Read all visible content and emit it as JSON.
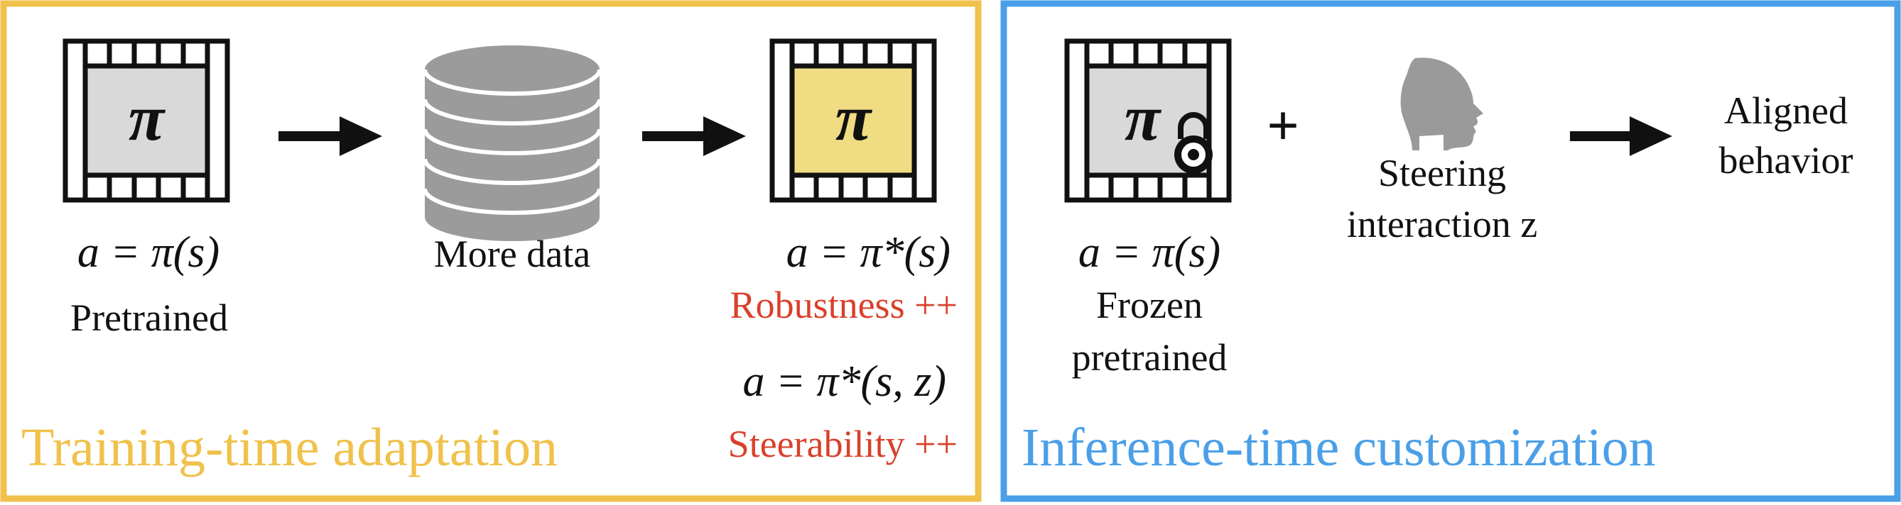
{
  "colors": {
    "left_frame": "#F0C14B",
    "right_frame": "#4A9FE8",
    "chip_gray": "#D9D9D9",
    "chip_yellow": "#F0DC82",
    "accent_red": "#D9402B",
    "database": "#9B9B9B",
    "head": "#9A9A9A"
  },
  "left_panel": {
    "title": "Training-time adaptation",
    "pretrained_policy": {
      "symbol": "π",
      "equation": "a = π(s)",
      "label": "Pretrained"
    },
    "data_store": {
      "icon": "database-icon",
      "label": "More data"
    },
    "adapted_policy": {
      "symbol": "π",
      "equation": "a = π*(s)",
      "benefit": "Robustness ++",
      "steerable_equation": "a = π*(s, z)",
      "steerable_benefit": "Steerability ++"
    }
  },
  "right_panel": {
    "title": "Inference-time customization",
    "frozen_policy": {
      "symbol": "π",
      "lock_icon": "lock-icon",
      "equation": "a = π(s)",
      "label_line1": "Frozen",
      "label_line2": "pretrained"
    },
    "plus": "+",
    "steering": {
      "icon": "human-head-icon",
      "label_line1": "Steering",
      "label_line2": "interaction z"
    },
    "result": {
      "label_line1": "Aligned",
      "label_line2": "behavior"
    }
  }
}
